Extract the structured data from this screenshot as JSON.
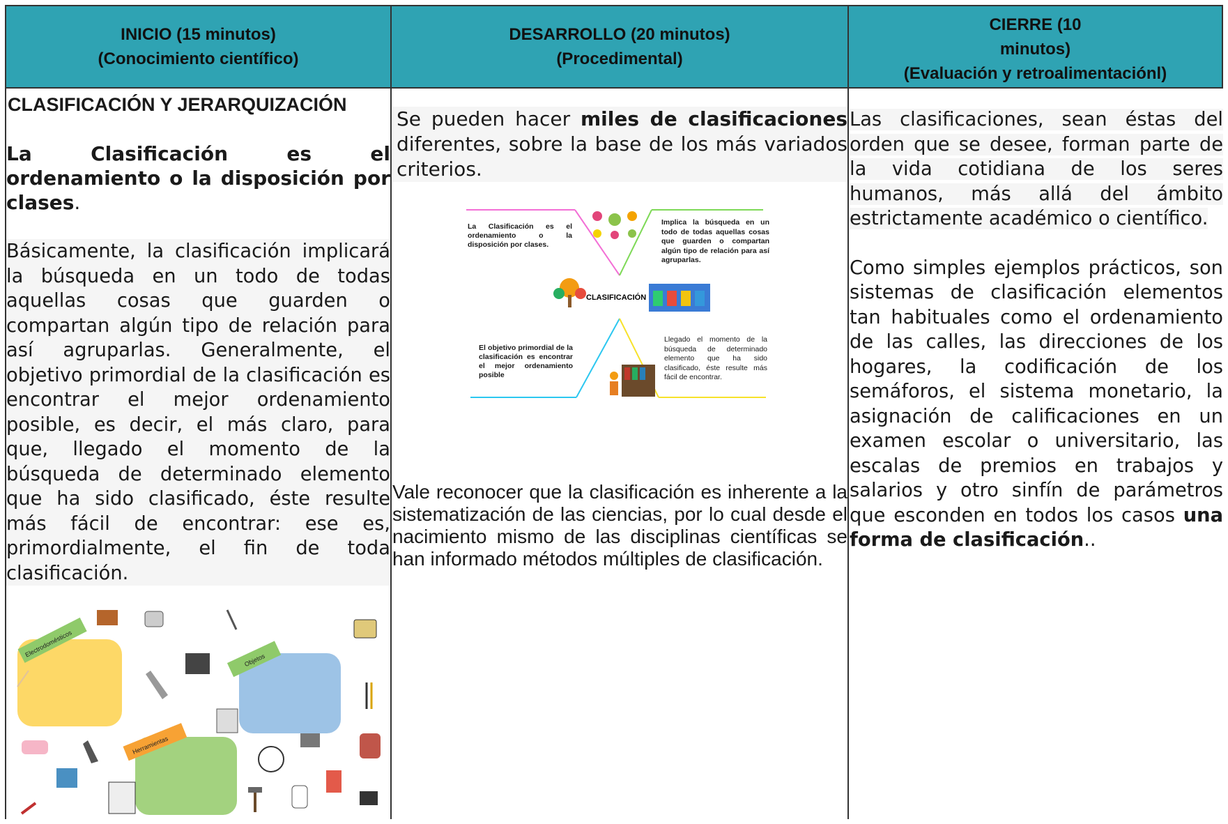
{
  "headers": {
    "col1_line1": "INICIO  (15 minutos)",
    "col1_line2": "(Conocimiento científico)",
    "col2_line1": "DESARROLLO (20  minutos)",
    "col2_line2": "(Procedimental)",
    "col3_line1": "CIERRE (10",
    "col3_line2": "minutos)",
    "col3_line3": "(Evaluación y retroalimentaciónl)"
  },
  "inicio": {
    "title": "CLASIFICACIÓN Y JERARQUIZACIÓN",
    "def_bold": "La Clasificación es el ordenamiento o la disposición por clases",
    "def_end": ".",
    "paragraph": "Básicamente, la clasificación implicará la búsqueda en un todo de todas aquellas cosas que guarden o compartan algún tipo de relación para así agruparlas. Generalmente, el objetivo primordial de la clasificación es encontrar el mejor ordenamiento posible, es decir, el más claro, para que, llegado el momento de la búsqueda de determinado elemento que ha sido clasificado, éste resulte más fácil de encontrar: ese es, primordialmente, el fin de toda clasificación.",
    "image_labels": {
      "electro": "Electrodomésticos",
      "objetos": "Objetos",
      "herramientas": "Herramientas"
    }
  },
  "desarrollo": {
    "p1_start": "Se pueden hacer ",
    "p1_bold": "miles de clasificaciones",
    "p1_end": " diferentes, sobre la base de los más variados criterios.",
    "diagram": {
      "center": "CLASIFICACIÓN",
      "top_left": "La Clasificación es el ordenamiento o la disposición por clases.",
      "top_right": "Implica la búsqueda en un todo de todas aquellas cosas que guarden o compartan algún tipo de relación para así agruparlas.",
      "bottom_left": "El objetivo primordial de la clasificación es encontrar el mejor ordenamiento posible",
      "bottom_right": "Llegado el momento de la búsqueda de determinado elemento que ha sido clasificado, éste resulte más fácil de encontrar."
    },
    "p2": "Vale reconocer que la clasificación es inherente a la sistematización de las ciencias, por lo cual desde el nacimiento mismo de las disciplinas científicas se han informado métodos múltiples de clasificación."
  },
  "cierre": {
    "p1": "Las clasificaciones, sean éstas del orden que se desee, forman parte de la vida cotidiana de los seres humanos, más allá del ámbito estrictamente académico o científico.",
    "p2_start": "Como simples ejemplos prácticos, son sistemas de clasificación elementos tan habituales como el ordenamiento de las calles, las direcciones de los hogares, la ",
    "p2_codif": "codificación",
    "p2_mid": " de los semáforos, el sistema monetario, la asignación de calificaciones en un examen escolar o universitario, las escalas de premios en trabajos y salarios y otro sinfín de parámetros que esconden en todos los casos ",
    "p2_bold": "una forma de clasificación",
    "p2_end": ".."
  },
  "colors": {
    "header_bg": "#2fa3b3",
    "box_yellow": "#fdd867",
    "box_blue": "#9dc3e6",
    "box_green": "#a3d27f",
    "tag_green": "#8fca6a",
    "tag_orange": "#f7a234"
  }
}
